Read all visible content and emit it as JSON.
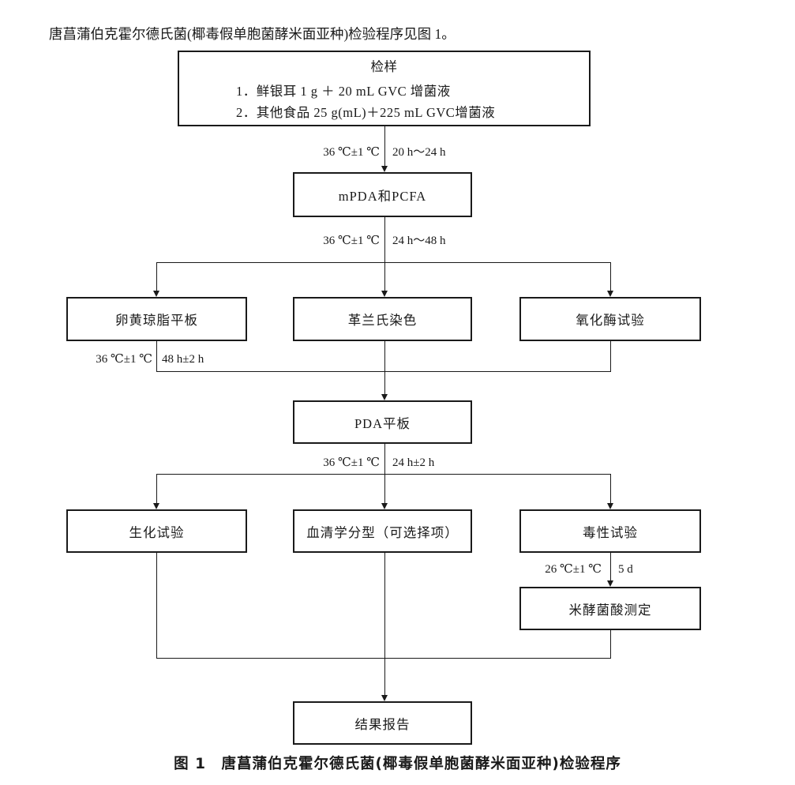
{
  "page": {
    "intro_text": "唐菖蒲伯克霍尔德氏菌(椰毒假单胞菌酵米面亚种)检验程序见图 1。",
    "caption": "图 1　唐菖蒲伯克霍尔德氏菌(椰毒假单胞菌酵米面亚种)检验程序"
  },
  "flowchart": {
    "boxes": {
      "sampling": {
        "title": "检样",
        "line1": "1．鲜银耳 1 g ＋ 20 mL GVC 增菌液",
        "line2": "2．其他食品 25 g(mL)＋225 mL GVC增菌液"
      },
      "mpda_pcfa": "mPDA和PCFA",
      "egg_yolk_agar": "卵黄琼脂平板",
      "gram_stain": "革兰氏染色",
      "oxidase_test": "氧化酶试验",
      "pda_plate": "PDA平板",
      "biochemical_test": "生化试验",
      "serotyping": "血清学分型（可选择项）",
      "toxicity_test": "毒性试验",
      "bongkrekic_acid": "米酵菌酸测定",
      "result_report": "结果报告"
    },
    "step_labels": {
      "step1": {
        "left": "36 ℃±1 ℃",
        "right": "20 h～24 h"
      },
      "step2": {
        "left": "36 ℃±1 ℃",
        "right": "24 h～48 h"
      },
      "step3": {
        "left": "36 ℃±1 ℃",
        "right": "48 h±2 h"
      },
      "step4": {
        "left": "36 ℃±1 ℃",
        "right": "24 h±2 h"
      },
      "step5": {
        "left": "26 ℃±1 ℃",
        "right": "5 d"
      }
    },
    "colors": {
      "line": "#1a1a1a",
      "background": "#ffffff"
    }
  }
}
